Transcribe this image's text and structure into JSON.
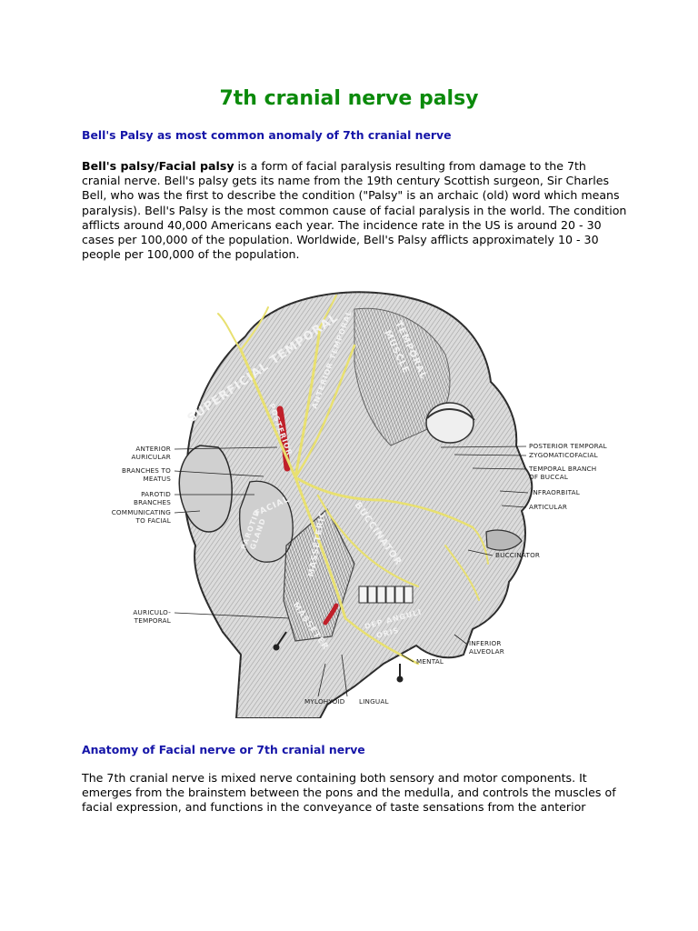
{
  "title": "7th cranial nerve palsy",
  "section1": {
    "heading": "Bell's Palsy as most common anomaly of 7th cranial nerve",
    "bold_term": "Bell's palsy/Facial palsy",
    "paragraph": " is a form of facial paralysis resulting from damage to the 7th cranial nerve. Bell's palsy gets its name from the 19th century Scottish surgeon, Sir Charles Bell, who was the first to describe the condition (\"Palsy\" is an archaic (old) word which means paralysis). Bell's Palsy is the most common cause of facial paralysis in the world. The condition afflicts around 40,000 Americans each year. The incidence rate in the US is around 20 - 30 cases per 100,000 of the population. Worldwide, Bell's Palsy afflicts approximately 10 - 30 people per 100,000 of the population."
  },
  "figure": {
    "left_labels": [
      [
        "ANTERIOR",
        "AURICULAR"
      ],
      [
        "BRANCHES TO",
        "MEATUS"
      ],
      [
        "PAROTID",
        "BRANCHES"
      ],
      [
        "COMMUNICATING",
        "TO FACIAL"
      ],
      [
        "AURICULO-",
        "TEMPORAL"
      ]
    ],
    "right_labels": [
      [
        "POSTERIOR TEMPORAL"
      ],
      [
        "ZYGOMATICOFACIAL"
      ],
      [
        "TEMPORAL BRANCH",
        "OF BUCCAL"
      ],
      [
        "INFRAORBITAL"
      ],
      [
        "ARTICULAR"
      ],
      [
        "BUCCINATOR"
      ],
      [
        "INFERIOR",
        "ALVEOLAR"
      ],
      [
        "MENTAL"
      ]
    ],
    "bottom_labels": [
      "MYLOHYOID",
      "LINGUAL"
    ],
    "on_image": {
      "superficial_temporal": "SUPERFICIAL TEMPORAL",
      "temporal_muscle_1": "TEMPORAL",
      "temporal_muscle_2": "MUSCLE",
      "posterior": "POSTERIOR",
      "anterior_temporal": "ANTERIOR TEMPORAL",
      "facial": "FACIAL",
      "parotid_1": "PAROTID",
      "parotid_2": "GLAND",
      "masseteric": "MASSETERIC",
      "buccinator": "BUCCINATOR",
      "masseter": "MASSETER",
      "dep_anguli_1": "DEP ANGULI",
      "dep_anguli_2": "ORIS"
    }
  },
  "section2": {
    "heading": "Anatomy of Facial nerve or 7th cranial nerve",
    "paragraph": "The 7th cranial nerve is mixed nerve containing both sensory and motor components. It emerges from the brainstem between the pons and the medulla, and controls the muscles of facial expression, and functions in the conveyance of taste sensations from the anterior"
  },
  "colors": {
    "title": "#0b8a0b",
    "heading": "#1515a8",
    "nerve": "#e8e070",
    "artery": "#c0202a"
  }
}
